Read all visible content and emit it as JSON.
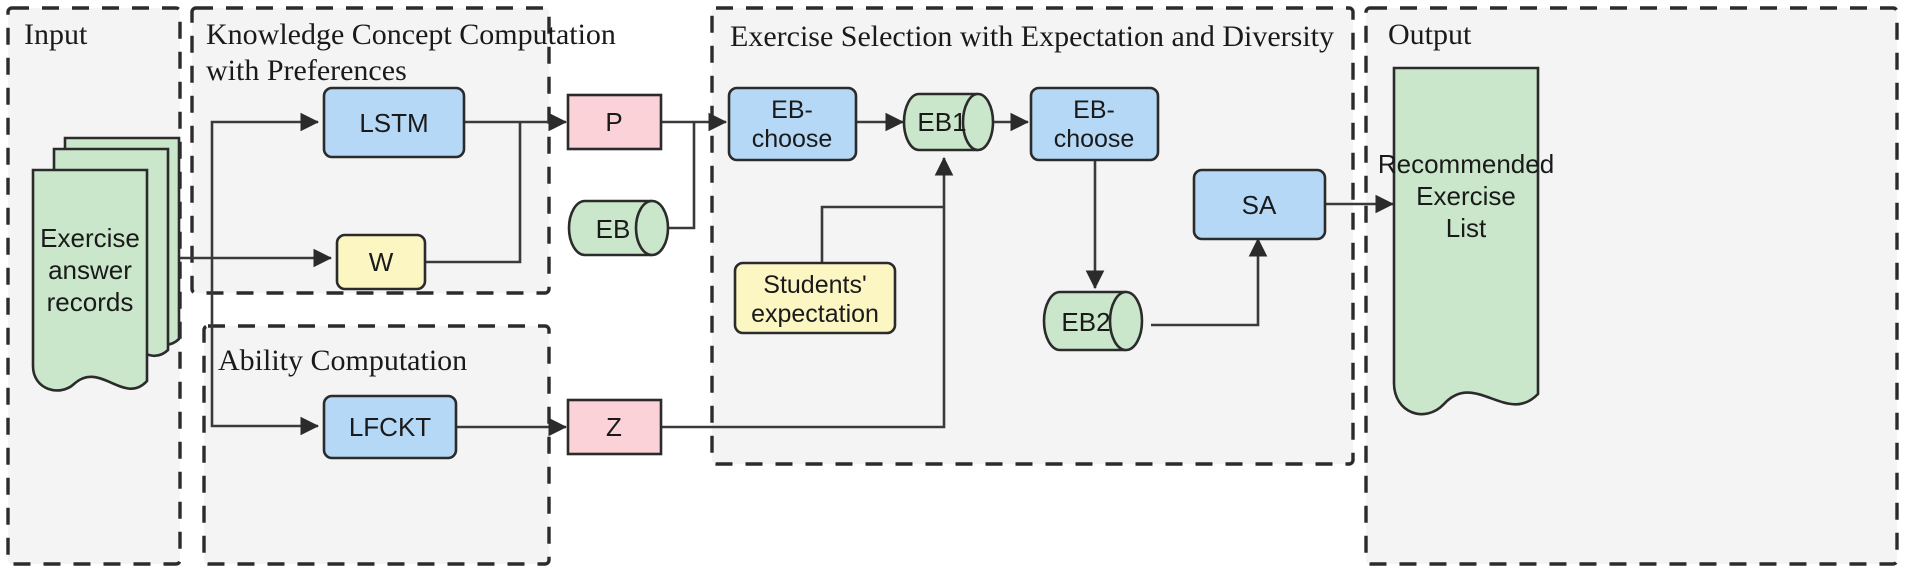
{
  "diagram": {
    "title": "Exercise recommendation framework flowchart",
    "groups": [
      {
        "id": "input",
        "label": "Input"
      },
      {
        "id": "kcc",
        "label": "Knowledge Concept Computation with Preferences",
        "line1": "Knowledge Concept Computation",
        "line2": "with Preferences"
      },
      {
        "id": "ability",
        "label": "Ability Computation"
      },
      {
        "id": "selection",
        "label": "Exercise Selection with Expectation and Diversity"
      },
      {
        "id": "output",
        "label": "Output"
      }
    ],
    "nodes": [
      {
        "id": "exercise-answer-records",
        "label": "Exercise answer records",
        "lines": [
          "Exercise",
          "answer",
          "records"
        ],
        "shape": "document-stack",
        "color": "#cbe7cb"
      },
      {
        "id": "lstm",
        "label": "LSTM",
        "lines": [
          "LSTM"
        ],
        "shape": "rounded-rect",
        "color": "#b5d8f7"
      },
      {
        "id": "w",
        "label": "W",
        "lines": [
          "W"
        ],
        "shape": "rounded-rect",
        "color": "#fbf6c2"
      },
      {
        "id": "p",
        "label": "P",
        "lines": [
          "P"
        ],
        "shape": "rect",
        "color": "#fbd2d8"
      },
      {
        "id": "eb",
        "label": "EB",
        "lines": [
          "EB"
        ],
        "shape": "cylinder",
        "color": "#cbe7cb"
      },
      {
        "id": "eb-choose-1",
        "label": "EB-choose",
        "lines": [
          "EB-",
          "choose"
        ],
        "shape": "rounded-rect",
        "color": "#b5d8f7"
      },
      {
        "id": "eb1",
        "label": "EB1",
        "lines": [
          "EB1"
        ],
        "shape": "cylinder",
        "color": "#cbe7cb"
      },
      {
        "id": "eb-choose-2",
        "label": "EB-choose",
        "lines": [
          "EB-",
          "choose"
        ],
        "shape": "rounded-rect",
        "color": "#b5d8f7"
      },
      {
        "id": "students-expectation",
        "label": "Students' expectation",
        "lines": [
          "Students'",
          "expectation"
        ],
        "shape": "rounded-rect",
        "color": "#fbf6c2"
      },
      {
        "id": "eb2",
        "label": "EB2",
        "lines": [
          "EB2"
        ],
        "shape": "cylinder",
        "color": "#cbe7cb"
      },
      {
        "id": "sa",
        "label": "SA",
        "lines": [
          "SA"
        ],
        "shape": "rounded-rect",
        "color": "#b5d8f7"
      },
      {
        "id": "lfckt",
        "label": "LFCKT",
        "lines": [
          "LFCKT"
        ],
        "shape": "rounded-rect",
        "color": "#b5d8f7"
      },
      {
        "id": "z",
        "label": "Z",
        "lines": [
          "Z"
        ],
        "shape": "rect",
        "color": "#fbd2d8"
      },
      {
        "id": "recommended-exercise-list",
        "label": "Recommended Exercise List",
        "lines": [
          "Recommended",
          "Exercise",
          "List"
        ],
        "shape": "document",
        "color": "#cbe7cb"
      }
    ],
    "edges": [
      {
        "from": "exercise-answer-records",
        "to": "lstm"
      },
      {
        "from": "exercise-answer-records",
        "to": "w"
      },
      {
        "from": "exercise-answer-records",
        "to": "lfckt"
      },
      {
        "from": "lstm",
        "to": "p"
      },
      {
        "from": "w",
        "to": "p"
      },
      {
        "from": "p",
        "to": "eb-choose-1"
      },
      {
        "from": "eb",
        "to": "eb-choose-1"
      },
      {
        "from": "eb-choose-1",
        "to": "eb1"
      },
      {
        "from": "eb1",
        "to": "eb-choose-2"
      },
      {
        "from": "students-expectation",
        "to": "eb1"
      },
      {
        "from": "z",
        "to": "eb1"
      },
      {
        "from": "eb-choose-2",
        "to": "eb2"
      },
      {
        "from": "eb2",
        "to": "sa"
      },
      {
        "from": "sa",
        "to": "recommended-exercise-list"
      },
      {
        "from": "lfckt",
        "to": "z"
      }
    ],
    "colors": {
      "blue": "#b5d8f7",
      "green": "#cbe7cb",
      "yellow": "#fbf6c2",
      "pink": "#fbd2d8",
      "group_bg": "#f4f4f4",
      "stroke": "#2b2b2b",
      "edge": "#3a3a3a",
      "text": "#1a1a1a"
    }
  }
}
